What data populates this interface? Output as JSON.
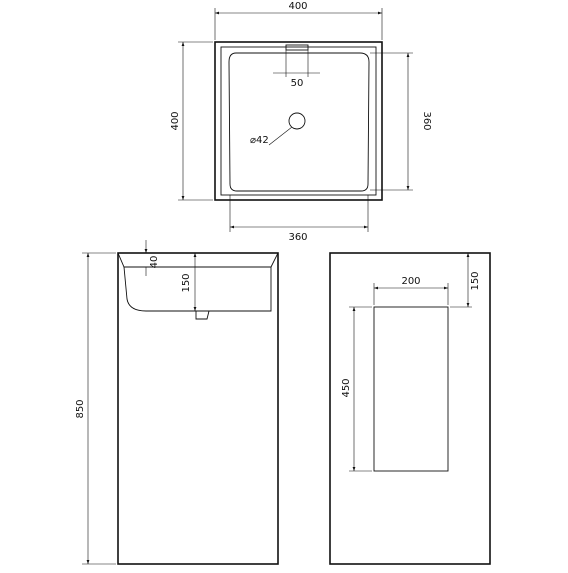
{
  "drawing": {
    "top_view": {
      "width_label": "400",
      "depth_label": "400",
      "inner_depth_label": "360",
      "inner_width_label": "360",
      "overflow_label": "50",
      "drain_label": "⌀42"
    },
    "side_view": {
      "rim_label": "40",
      "basin_depth_label": "150",
      "height_label": "850"
    },
    "back_view": {
      "opening_width_label": "200",
      "opening_offset_label": "150",
      "opening_height_label": "450"
    }
  }
}
